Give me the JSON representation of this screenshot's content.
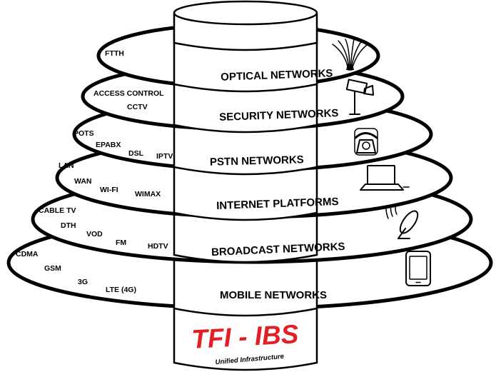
{
  "diagram": {
    "brand": {
      "title": "TFI - IBS",
      "subtitle": "Unified Infrastructure",
      "title_color": "#e31e24"
    },
    "layers": [
      {
        "title": "OPTICAL NETWORKS",
        "items": [
          "FTTH"
        ],
        "icon": "fiber-optic-icon"
      },
      {
        "title": "SECURITY NETWORKS",
        "items": [
          "ACCESS CONTROL",
          "CCTV"
        ],
        "icon": "cctv-camera-icon"
      },
      {
        "title": "PSTN NETWORKS",
        "items": [
          "POTS",
          "EPABX",
          "DSL",
          "IPTV"
        ],
        "icon": "telephone-icon"
      },
      {
        "title": "INTERNET  PLATFORMS",
        "items": [
          "LAN",
          "WAN",
          "WI-FI",
          "WIMAX"
        ],
        "icon": "laptop-icon"
      },
      {
        "title": "BROADCAST NETWORKS",
        "items": [
          "CABLE TV",
          "DTH",
          "VOD",
          "FM",
          "HDTV"
        ],
        "icon": "satellite-dish-icon"
      },
      {
        "title": "MOBILE NETWORKS",
        "items": [
          "CDMA",
          "GSM",
          "3G",
          "LTE (4G)"
        ],
        "icon": "mobile-phone-icon"
      }
    ]
  }
}
